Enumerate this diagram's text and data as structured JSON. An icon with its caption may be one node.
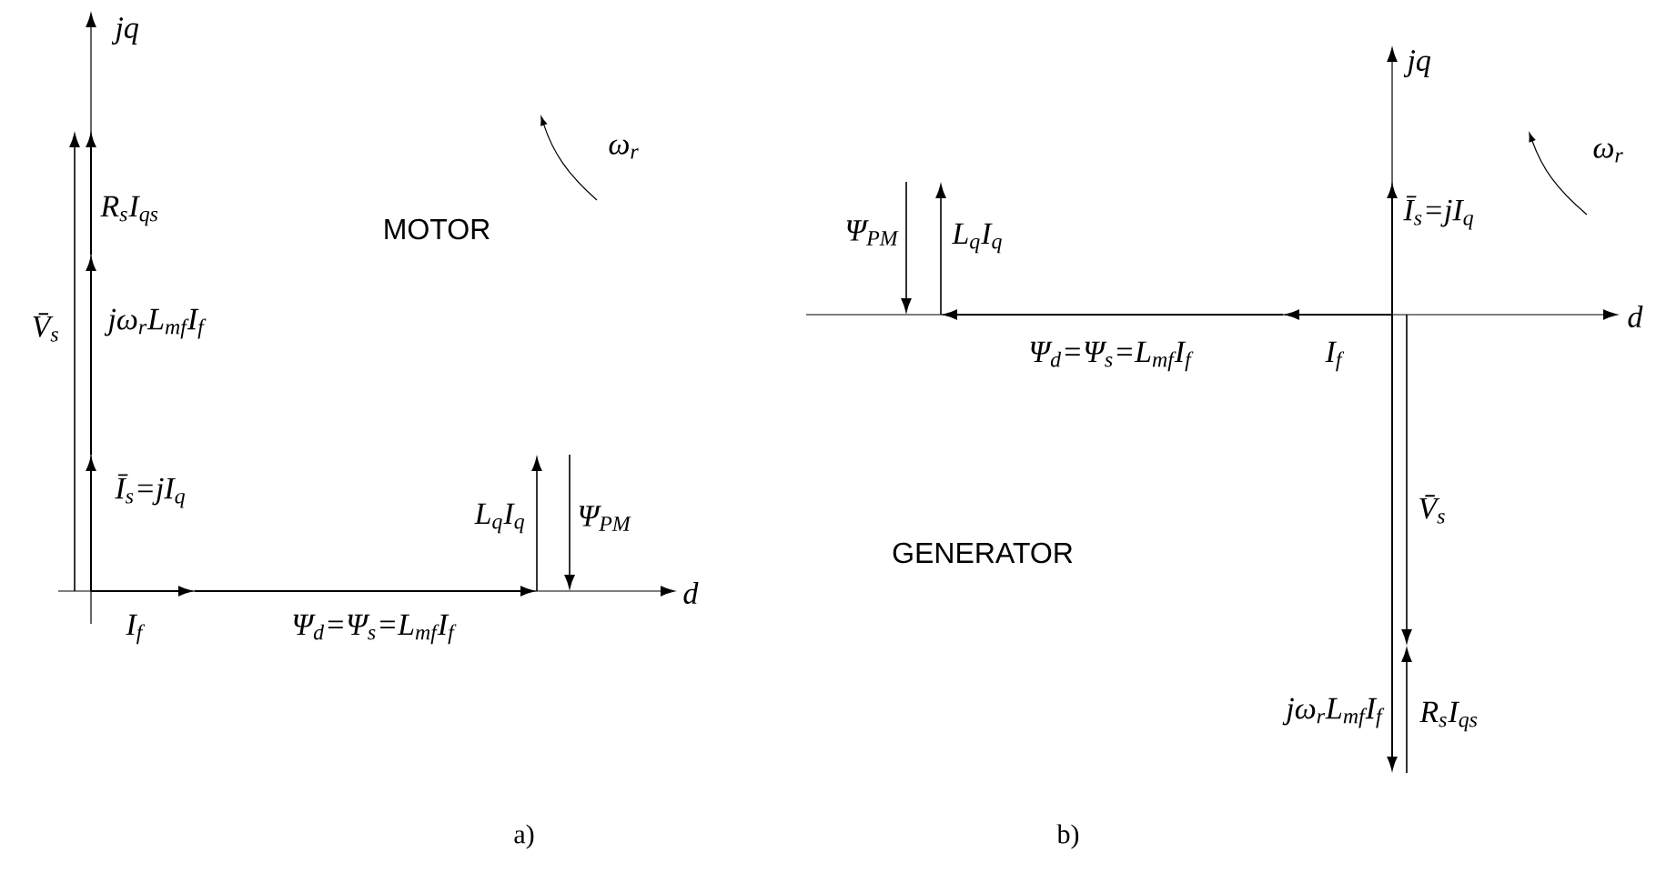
{
  "diagram": {
    "labels": [
      "jq",
      "ω$_{r}$",
      "R$_{s}$I$_{qs}$",
      "MOTOR",
      "V̄$_{s}$",
      "jω$_{r}$L$_{mf}$I$_{f}$",
      "Ī$_{s}$=jI$_{q}$",
      "L$_{q}$I$_{q}$",
      "Ψ$_{PM}$",
      "d",
      "I$_{f}$",
      "Ψ$_{d}$=Ψ$_{s}$=L$_{mf}$I$_{f}$",
      "a)",
      "jq",
      "ω$_{r}$",
      "Ψ$_{PM}$",
      "L$_{q}$I$_{q}$",
      "Ī$_{s}$=jI$_{q}$",
      "d",
      "Ψ$_{d}$=Ψ$_{s}$=L$_{mf}$I$_{f}$",
      "I$_{f}$",
      "V̄$_{s}$",
      "GENERATOR",
      "jω$_{r}$L$_{mf}$I$_{f}$",
      "R$_{s}$I$_{qs}$",
      "b)"
    ]
  }
}
